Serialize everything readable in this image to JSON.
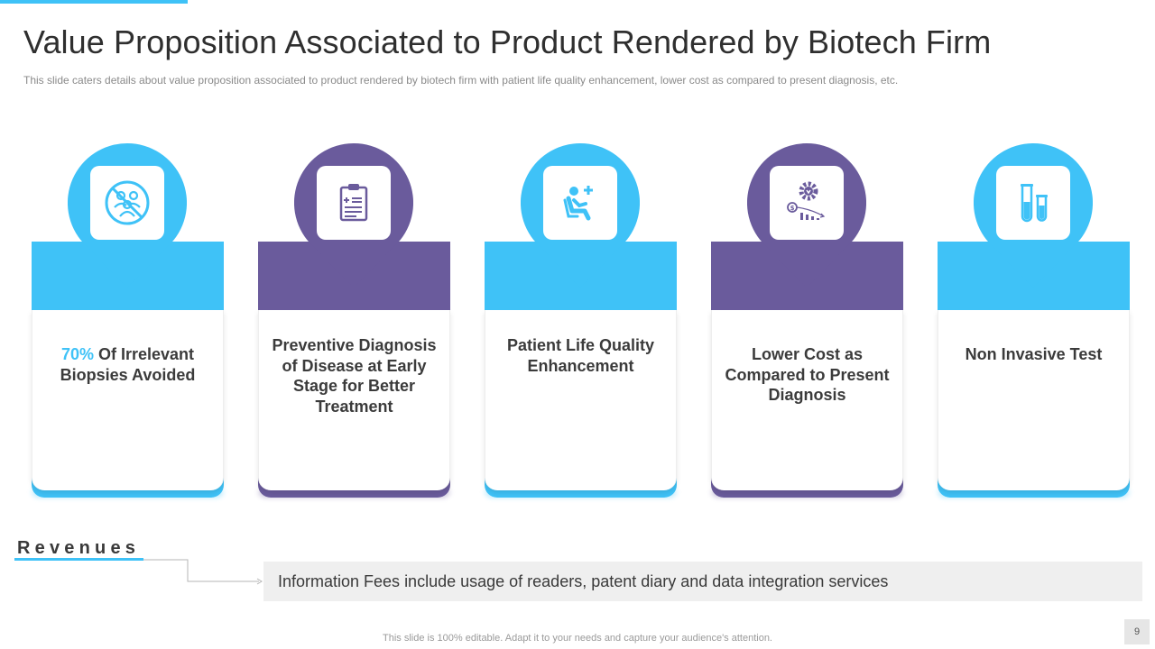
{
  "slide": {
    "title": "Value Proposition Associated to Product Rendered by Biotech Firm",
    "subtitle": "This slide caters details about value  proposition associated to product rendered  by biotech firm with patient life quality enhancement, lower cost as compared to present diagnosis, etc.",
    "footer": "This slide is 100% editable. Adapt it to your needs and capture your audience's attention.",
    "page_number": "9"
  },
  "colors": {
    "accent_blue": "#3fc2f7",
    "accent_purple": "#6a5b9c"
  },
  "cards": [
    {
      "icon": "no-group-icon",
      "theme": "blue",
      "highlight": "70%",
      "label": " Of Irrelevant Biopsies Avoided"
    },
    {
      "icon": "clipboard-icon",
      "theme": "purple",
      "label": "Preventive Diagnosis of Disease at Early Stage for Better Treatment"
    },
    {
      "icon": "patient-chair-icon",
      "theme": "blue",
      "label": "Patient Life Quality Enhancement"
    },
    {
      "icon": "cost-reduction-gear-icon",
      "theme": "purple",
      "label": "Lower Cost as Compared to Present Diagnosis"
    },
    {
      "icon": "test-tubes-icon",
      "theme": "blue",
      "label": "Non Invasive Test"
    }
  ],
  "revenues": {
    "title": "Revenues",
    "text": "Information Fees include usage of readers, patent diary and data integration services"
  }
}
